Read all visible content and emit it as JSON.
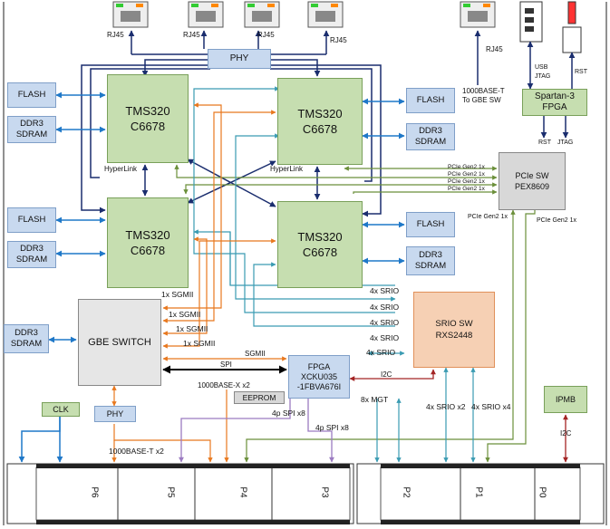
{
  "colors": {
    "dark_blue": "#1a2d6e",
    "orange": "#e8781e",
    "teal": "#3a9bb2",
    "olive": "#6b8f3a",
    "purple": "#9b7bc1",
    "dark_red": "#a32424",
    "black": "#000000"
  },
  "rj45": {
    "label": "RJ45"
  },
  "phy": {
    "label": "PHY"
  },
  "ports": {
    "gbe_t_label": "1000BASE-T",
    "gbe_t_sub": "To GBE SW"
  },
  "usb": {
    "line1": "USB",
    "line2": "JTAG"
  },
  "rst": {
    "label": "RST"
  },
  "spartan": {
    "line1": "Spartan-3",
    "line2": "FPGA",
    "rst": "RST",
    "jtag": "JTAG"
  },
  "flash": {
    "label": "FLASH"
  },
  "ddr": {
    "line1": "DDR3",
    "line2": "SDRAM"
  },
  "dsp": {
    "line1": "TMS320",
    "line2": "C6678"
  },
  "hyperlink": {
    "label": "HyperLink"
  },
  "pcie_sw": {
    "line1": "PCIe SW",
    "line2": "PEX8609"
  },
  "pcie_link": {
    "label": "PCIe Gen2 1x"
  },
  "srio_sw": {
    "line1": "SRIO SW",
    "line2": "RXS2448"
  },
  "srio_links": {
    "x4": "4x SRIO",
    "x2_bottom": "4x SRIO x2",
    "x4_bottom": "4x SRIO x4"
  },
  "sgmii": {
    "x1": "1x SGMII",
    "plain": "SGMII"
  },
  "gbe_switch": {
    "label": "GBE SWITCH"
  },
  "fpga": {
    "line1": "FPGA",
    "line2": "XCKU035",
    "line3": "-1FBVA676I"
  },
  "eeprom": {
    "label": "EEPROM"
  },
  "spi": {
    "label": "SPI"
  },
  "x_link": {
    "label": "1000BASE-X x2"
  },
  "i2c": {
    "label": "I2C"
  },
  "mgt": {
    "label": "8x MGT"
  },
  "spi_x8": {
    "label": "4p SPI x8"
  },
  "clk": {
    "label": "CLK"
  },
  "phy_small": {
    "label": "PHY"
  },
  "t_x2": {
    "label": "1000BASE-T x2"
  },
  "ipmb": {
    "label": "IPMB"
  },
  "connectors": {
    "p6": "P6",
    "p5": "P5",
    "p4": "P4",
    "p3": "P3",
    "p2": "P2",
    "p1": "P1",
    "p0": "P0"
  }
}
